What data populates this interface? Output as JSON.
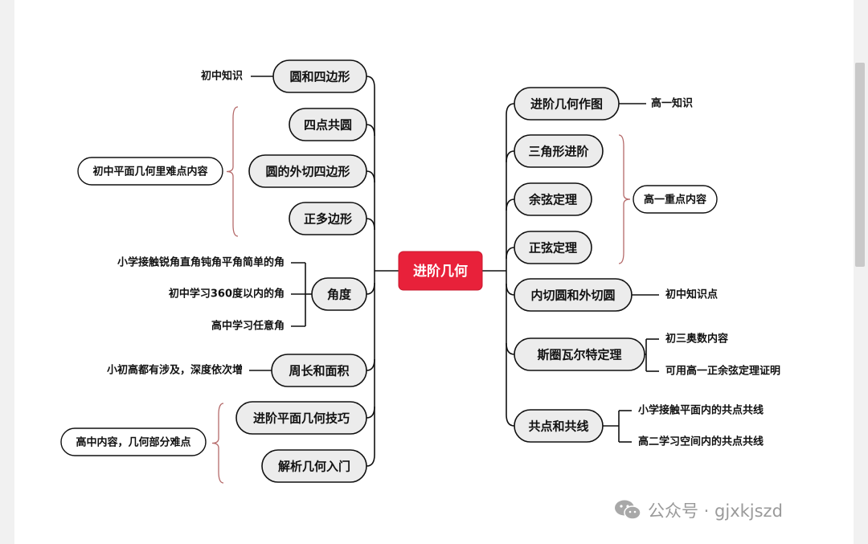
{
  "root": {
    "label": "进阶几何",
    "color": "#e8213a"
  },
  "left_branches": [
    {
      "label": "圆和四边形",
      "leaves": [
        "初中知识"
      ]
    },
    {
      "label": "四点共圆",
      "leaves": []
    },
    {
      "label": "圆的外切四边形",
      "leaves": []
    },
    {
      "label": "正多边形",
      "leaves": []
    },
    {
      "label": "角度",
      "leaves": [
        "小学接触锐角直角钝角平角简单的角",
        "初中学习360度以内的角",
        "高中学习任意角"
      ]
    },
    {
      "label": "周长和面积",
      "leaves": [
        "小初高都有涉及，深度依次增"
      ]
    },
    {
      "label": "进阶平面几何技巧",
      "leaves": []
    },
    {
      "label": "解析几何入门",
      "leaves": []
    }
  ],
  "right_branches": [
    {
      "label": "进阶几何作图",
      "leaves": [
        "高一知识"
      ]
    },
    {
      "label": "三角形进阶",
      "leaves": []
    },
    {
      "label": "余弦定理",
      "leaves": []
    },
    {
      "label": "正弦定理",
      "leaves": []
    },
    {
      "label": "内切圆和外切圆",
      "leaves": [
        "初中知识点"
      ]
    },
    {
      "label": "斯圈瓦尔特定理",
      "leaves": [
        "初三奥数内容",
        "可用高一正余弦定理证明"
      ]
    },
    {
      "label": "共点和共线",
      "leaves": [
        "小学接触平面内的共点共线",
        "高二学习空间内的共点共线"
      ]
    }
  ],
  "summaries": {
    "left_top": "初中平面几何里难点内容",
    "left_bottom": "高中内容，几何部分难点",
    "right": "高一重点内容"
  },
  "watermark": {
    "text": "公众号 · gjxkjszd",
    "icon": "wechat-icon"
  },
  "colors": {
    "brace": "#b56a6a",
    "node_fill": "#ececec",
    "line": "#111111"
  }
}
